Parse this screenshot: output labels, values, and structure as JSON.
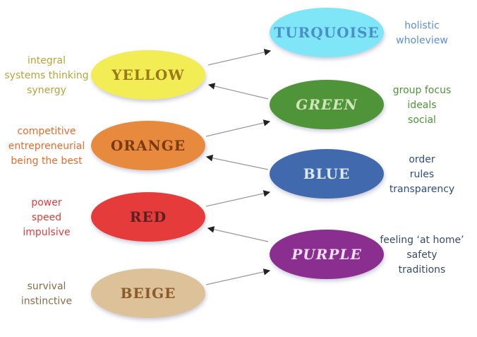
{
  "levels": [
    {
      "id": "turquoise",
      "label": "TURQUOISE",
      "fill": "#7fe6f7",
      "text_color": "#4a8fc8",
      "desc": [
        "holistic",
        "wholeview"
      ],
      "desc_color": "#5a8fd0"
    },
    {
      "id": "yellow",
      "label": "YELLOW",
      "fill": "#f2ec54",
      "text_color": "#9a7a18",
      "desc": [
        "integral",
        "systems thinking",
        "synergy"
      ],
      "desc_color": "#b9a33a"
    },
    {
      "id": "green",
      "label": "GREEN",
      "fill": "#4f9437",
      "text_color": "#cfe6b8",
      "desc": [
        "group focus",
        "ideals",
        "social"
      ],
      "desc_color": "#4f9437"
    },
    {
      "id": "orange",
      "label": "ORANGE",
      "fill": "#e88a3c",
      "text_color": "#7a3a10",
      "desc": [
        "competitive",
        "entrepreneurial",
        "being the best"
      ],
      "desc_color": "#ee6a2a"
    },
    {
      "id": "blue",
      "label": "BLUE",
      "fill": "#3f6aad",
      "text_color": "#dfe8f5",
      "desc": [
        "order",
        "rules",
        "transparency"
      ],
      "desc_color": "#2e4d8a"
    },
    {
      "id": "red",
      "label": "RED",
      "fill": "#e53a3a",
      "text_color": "#5a2020",
      "desc": [
        "power",
        "speed",
        "impulsive"
      ],
      "desc_color": "#e83a3a"
    },
    {
      "id": "purple",
      "label": "PURPLE",
      "fill": "#8a2f90",
      "text_color": "#f0e0f2",
      "desc": [
        "feeling ‘at home’",
        "safety",
        "traditions"
      ],
      "desc_color": "#3a4a6a"
    },
    {
      "id": "beige",
      "label": "BEIGE",
      "fill": "#ddc199",
      "text_color": "#8a5a2a",
      "desc": [
        "survival",
        "instinctive"
      ],
      "desc_color": "#8a6a4a"
    }
  ]
}
